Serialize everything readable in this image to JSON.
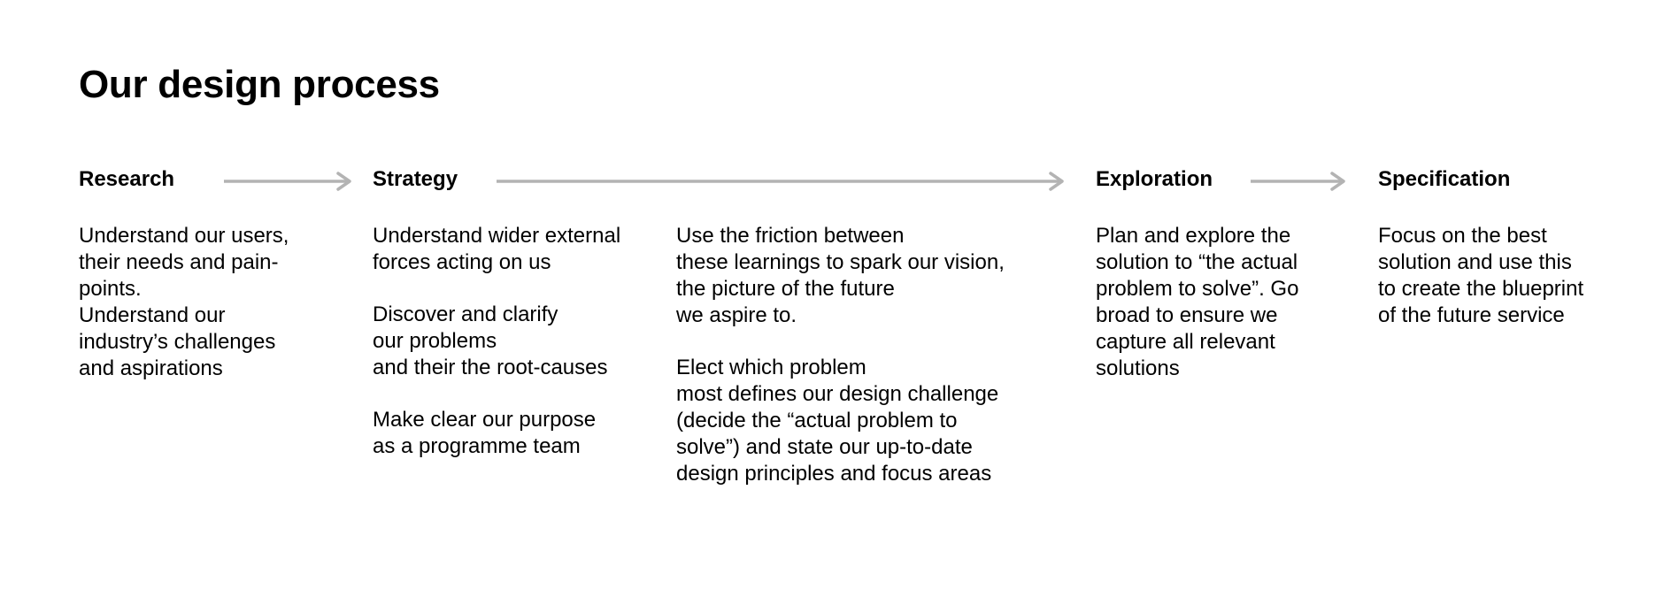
{
  "title": "Our design process",
  "stages": [
    {
      "label": "Research",
      "paragraphs": [
        "Understand our users,\ntheir needs and pain-\npoints.\nUnderstand our\nindustry’s challenges\nand aspirations"
      ]
    },
    {
      "label": "Strategy",
      "paragraphs": [
        "Understand wider external\nforces acting on us",
        "Discover and clarify\nour problems\nand their the root-causes",
        "Make clear our purpose\nas a programme team",
        "Use the friction between\nthese learnings to spark our vision,\nthe picture of the future\nwe aspire to.",
        "Elect which problem\nmost defines our design challenge\n(decide the “actual problem to\nsolve”) and state our up-to-date\ndesign principles and focus areas"
      ]
    },
    {
      "label": "Exploration",
      "paragraphs": [
        "Plan and explore the\nsolution to “the actual\nproblem to solve”. Go\nbroad to ensure we\ncapture all relevant\nsolutions"
      ]
    },
    {
      "label": "Specification",
      "paragraphs": [
        "Focus on the best\nsolution and use this\nto create the blueprint\nof the future service"
      ]
    }
  ],
  "colors": {
    "arrow": "#b3b3b3",
    "text": "#000000",
    "background": "#ffffff"
  }
}
